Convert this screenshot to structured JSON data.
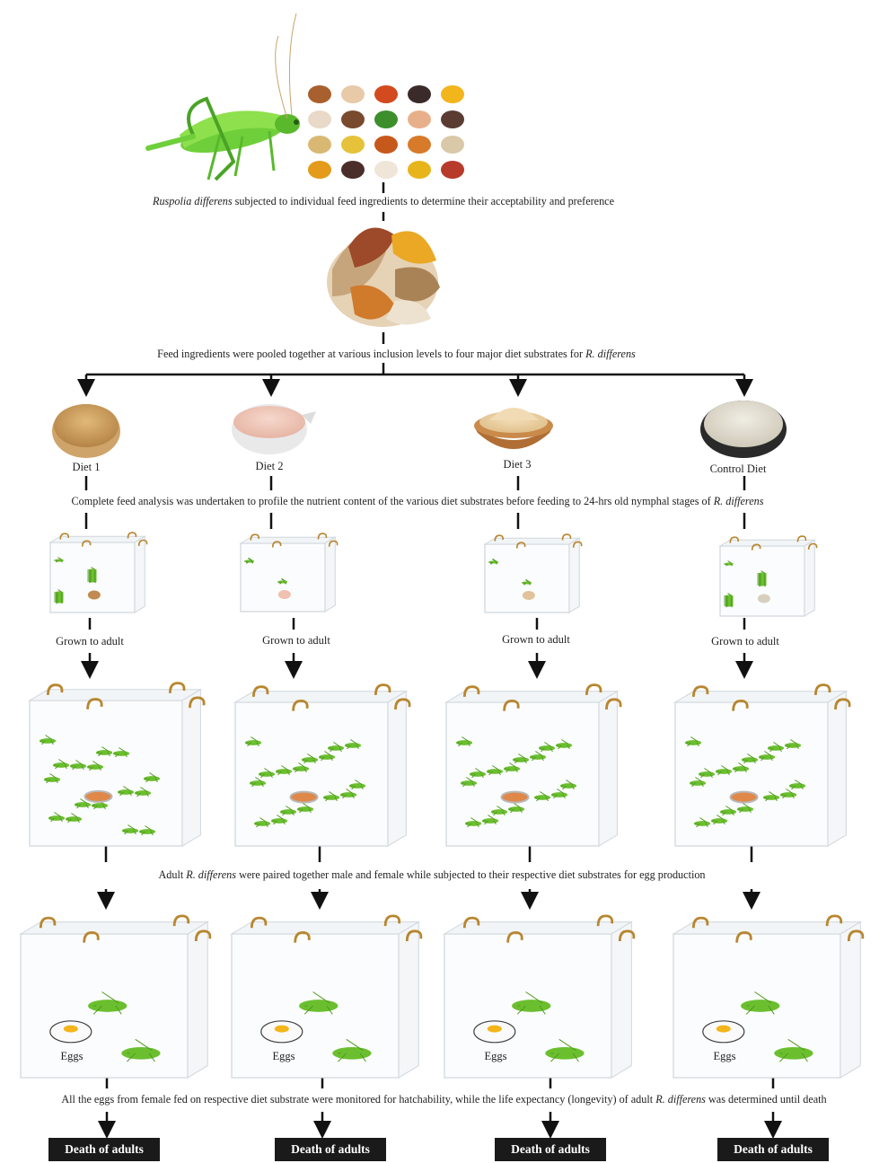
{
  "intro": {
    "species": "Ruspolia differens",
    "step1_rest": " subjected to individual feed ingredients to determine their acceptability and preference",
    "step2_text": "Feed ingredients were pooled together at various inclusion levels to four major diet substrates for ",
    "step2_species": "R. differens"
  },
  "ingredient_colors": [
    "#a8612e",
    "#e8c9a8",
    "#d24a1d",
    "#3a2a2a",
    "#f2b51c",
    "#e8d9c8",
    "#7a4a2e",
    "#3d8f2c",
    "#e8b08a",
    "#5a3c32",
    "#d9b873",
    "#e5c23a",
    "#c6581c",
    "#d77a2a",
    "#d9c9a8",
    "#e49a1a",
    "#4a2e2a",
    "#efe5d8",
    "#e8b41c",
    "#b83a2a"
  ],
  "diets": [
    {
      "label": "Diet 1"
    },
    {
      "label": "Diet 2"
    },
    {
      "label": "Diet 3"
    },
    {
      "label": "Control Diet"
    }
  ],
  "analysis": {
    "text": "Complete feed analysis was undertaken to profile the nutrient content of the various diet substrates before feeding to 24-hrs old nymphal stages of ",
    "species": "R. differens"
  },
  "grown_label": "Grown to adult",
  "pairing": {
    "prefix": "Adult ",
    "species": "R. differens",
    "rest": " were paired together male and female while subjected to their respective diet substrates for egg production"
  },
  "eggs_label": "Eggs",
  "monitoring": {
    "text": "All the eggs from female fed on respective diet substrate were monitored for hatchability, while the life expectancy (longevity) of adult ",
    "species": "R. differens",
    "rest": " was determined until death"
  },
  "death_label": "Death of adults"
}
